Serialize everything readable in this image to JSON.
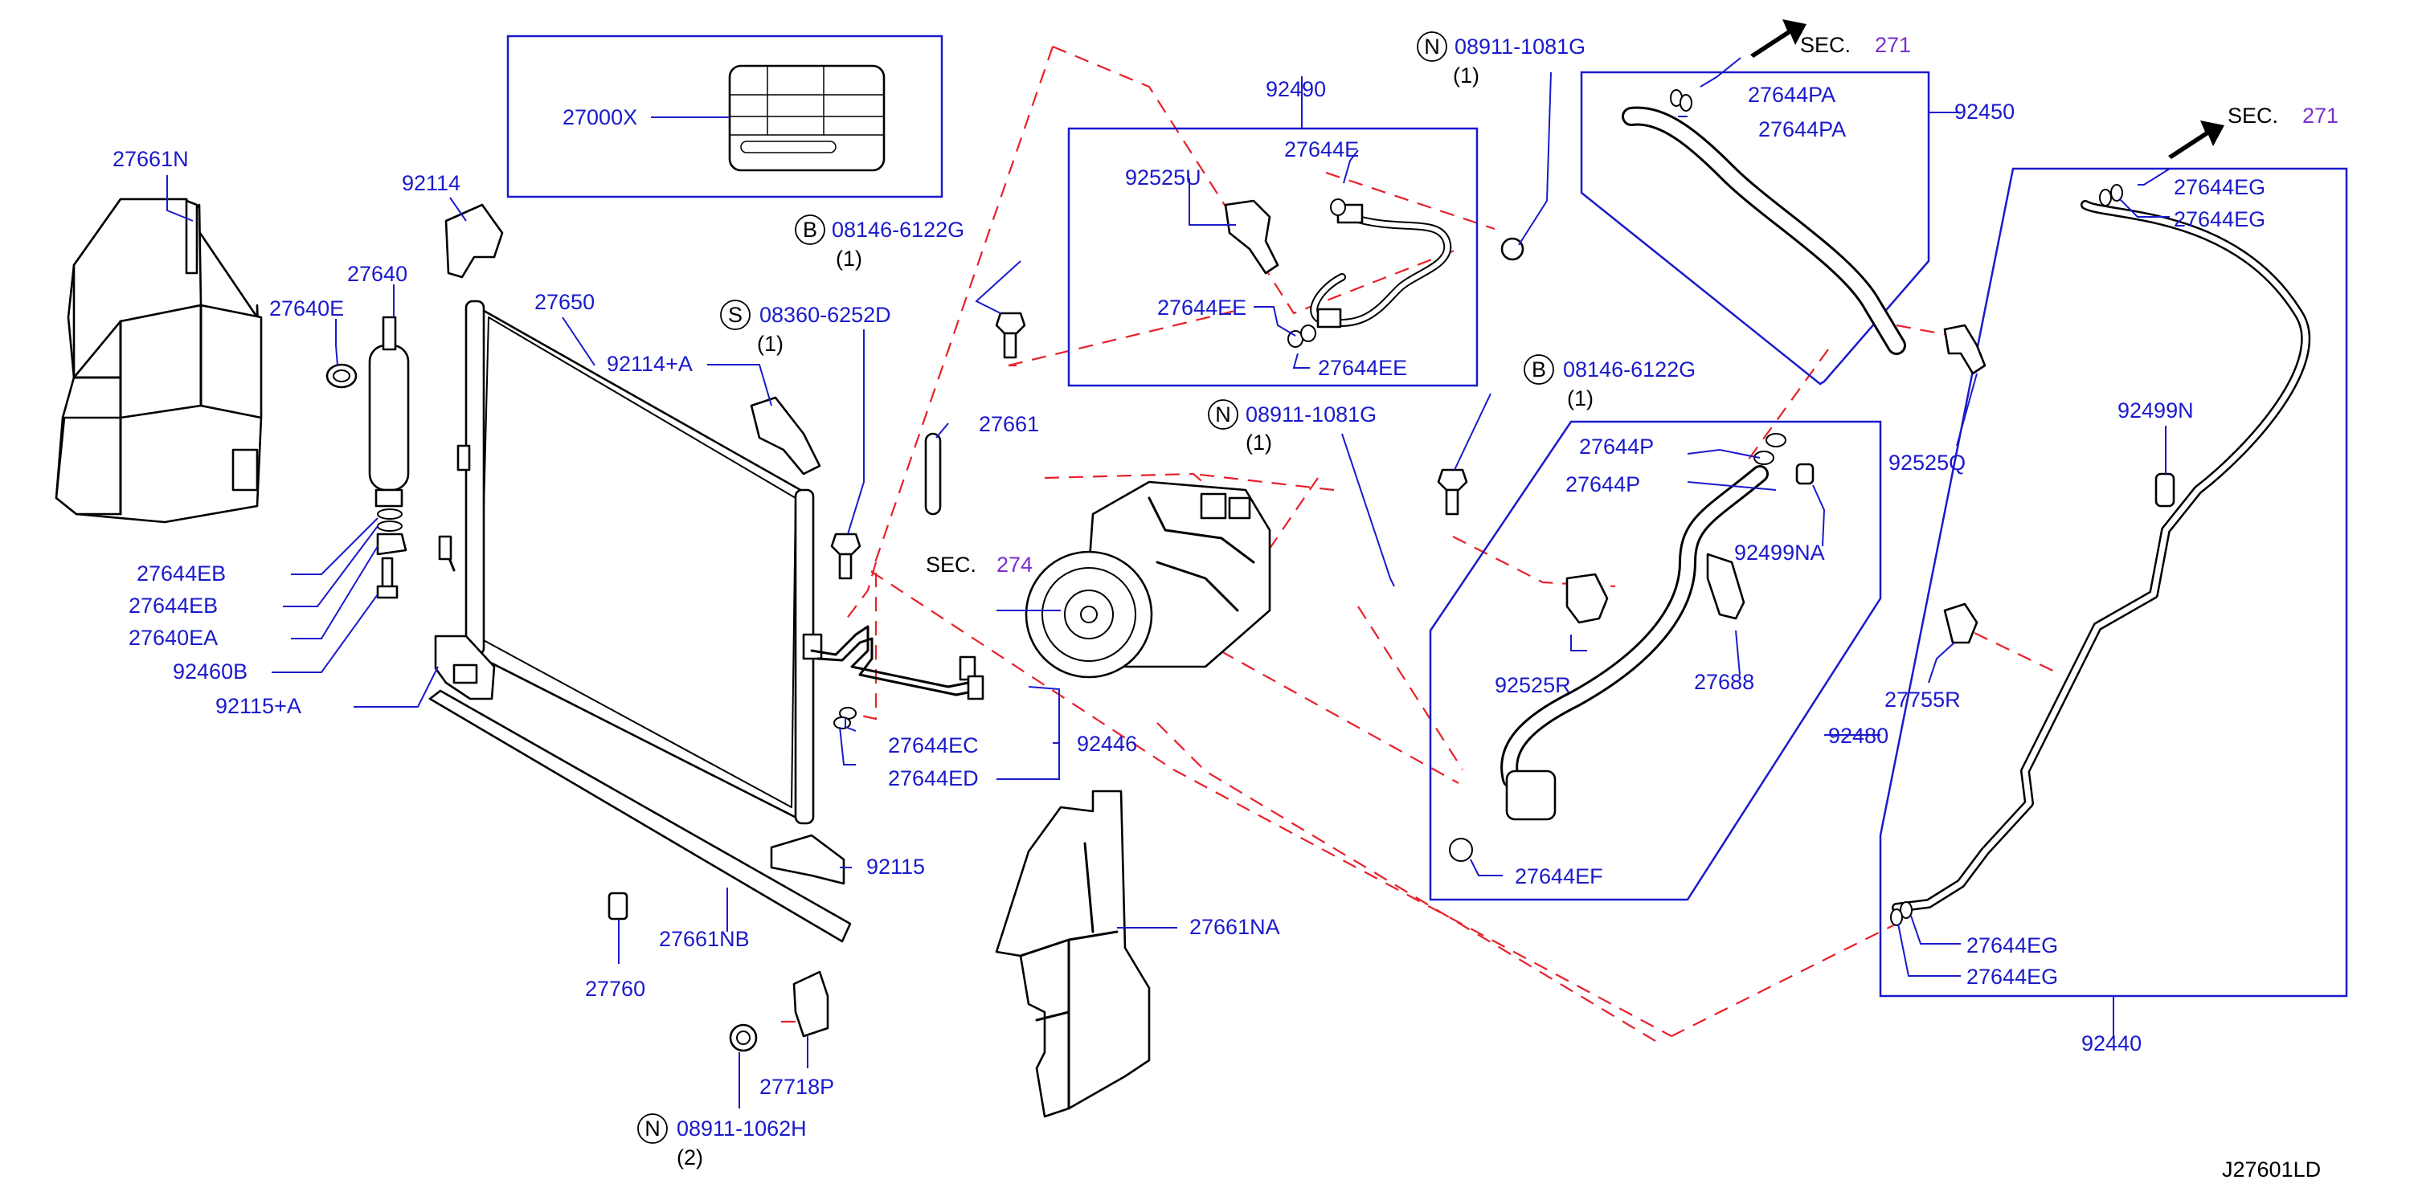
{
  "diagram_id": "J27601LD",
  "sec_labels": [
    {
      "id": "sec271a",
      "prefix": "SEC.",
      "num": "271"
    },
    {
      "id": "sec271b",
      "prefix": "SEC.",
      "num": "271"
    },
    {
      "id": "sec274",
      "prefix": "SEC.",
      "num": "274"
    }
  ],
  "fasteners": [
    {
      "id": "n1",
      "letter": "N",
      "code": "08911-1081G",
      "qty": "(1)"
    },
    {
      "id": "b1",
      "letter": "B",
      "code": "08146-6122G",
      "qty": "(1)"
    },
    {
      "id": "s1",
      "letter": "S",
      "code": "08360-6252D",
      "qty": "(1)"
    },
    {
      "id": "n2",
      "letter": "N",
      "code": "08911-1081G",
      "qty": "(1)"
    },
    {
      "id": "b2",
      "letter": "B",
      "code": "08146-6122G",
      "qty": "(1)"
    },
    {
      "id": "n3",
      "letter": "N",
      "code": "08911-1062H",
      "qty": "(2)"
    }
  ],
  "labels": {
    "p27000X": "27000X",
    "p27661N": "27661N",
    "p92114": "92114",
    "p27640": "27640",
    "p27640E": "27640E",
    "p27650": "27650",
    "p92114A": "92114+A",
    "p27644EB_1": "27644EB",
    "p27644EB_2": "27644EB",
    "p27640EA": "27640EA",
    "p92460B": "92460B",
    "p92115A": "92115+A",
    "p27661": "27661",
    "p92490": "92490",
    "p27644E": "27644E",
    "p92525U": "92525U",
    "p27644EE_1": "27644EE",
    "p27644EE_2": "27644EE",
    "p27644EC": "27644EC",
    "p27644ED": "27644ED",
    "p92446": "92446",
    "p92115": "92115",
    "p27661NB": "27661NB",
    "p27760": "27760",
    "p27718P": "27718P",
    "p27661NA": "27661NA",
    "p92450": "92450",
    "p27644PA_1": "27644PA",
    "p27644PA_2": "27644PA",
    "p92525Q": "92525Q",
    "p27644P_1": "27644P",
    "p27644P_2": "27644P",
    "p92499NA": "92499NA",
    "p92525R": "92525R",
    "p27688": "27688",
    "p92480": "92480",
    "p27644EF": "27644EF",
    "p27644EG_1": "27644EG",
    "p27644EG_2": "27644EG",
    "p92499N": "92499N",
    "p27755R": "27755R",
    "p27644EG_3": "27644EG",
    "p27644EG_4": "27644EG",
    "p92440": "92440"
  },
  "colors": {
    "label": "#1a1acc",
    "dashed": "#e8202a",
    "sec": "#7a2fd0"
  }
}
